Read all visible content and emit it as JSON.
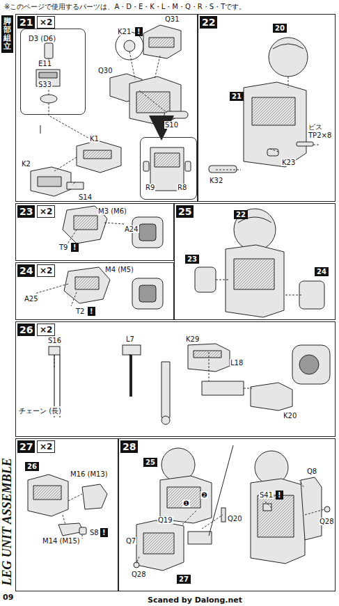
{
  "diagram": {
    "nodes": [
      {
        "text": [
          "21",
          "×2"
        ]
      },
      {
        "text": [
          "D3 (D6)",
          "E11",
          "S33"
        ],
        "in": 0
      },
      {
        "text": [
          "R9",
          "R8"
        ],
        "in": 0
      },
      {
        "text": [
          "22"
        ]
      },
      {
        "text": [
          "23",
          "×2"
        ]
      },
      {
        "text": [
          "24",
          "×2"
        ]
      },
      {
        "text": [
          "25"
        ]
      },
      {
        "text": [
          "26",
          "×2"
        ]
      },
      {
        "text": [
          "27",
          "×2"
        ]
      },
      {
        "text": [
          "28"
        ]
      }
    ],
    "labels": [
      "※このページで使用するパーツは、A・D・E・K・L・M・Q・R・S・Tです。",
      "脚部組立",
      "K1",
      "K2",
      "S14",
      "K21",
      "!",
      "Q31",
      "Q30",
      "S10",
      "20",
      "21",
      "ビス",
      "TP2×8",
      "K23",
      "K32",
      "M3 (M6)",
      "A24",
      "T9",
      "!",
      "M4 (M5)",
      "A25",
      "T2",
      "!",
      "22",
      "23",
      "24",
      "S16",
      "L7",
      "チェーン (長)",
      "K29",
      "L18",
      "K20",
      "26",
      "M16 (M13)",
      "M14 (M15)",
      "S8",
      "!",
      "25",
      "❶",
      "❷",
      "Q20",
      "Q19",
      "Q7",
      "Q28",
      "27",
      "S41",
      "!",
      "Q8",
      "Q28",
      "LEG UNIT ASSEMBLE",
      "09",
      "Scaned by Dalong.net"
    ]
  }
}
